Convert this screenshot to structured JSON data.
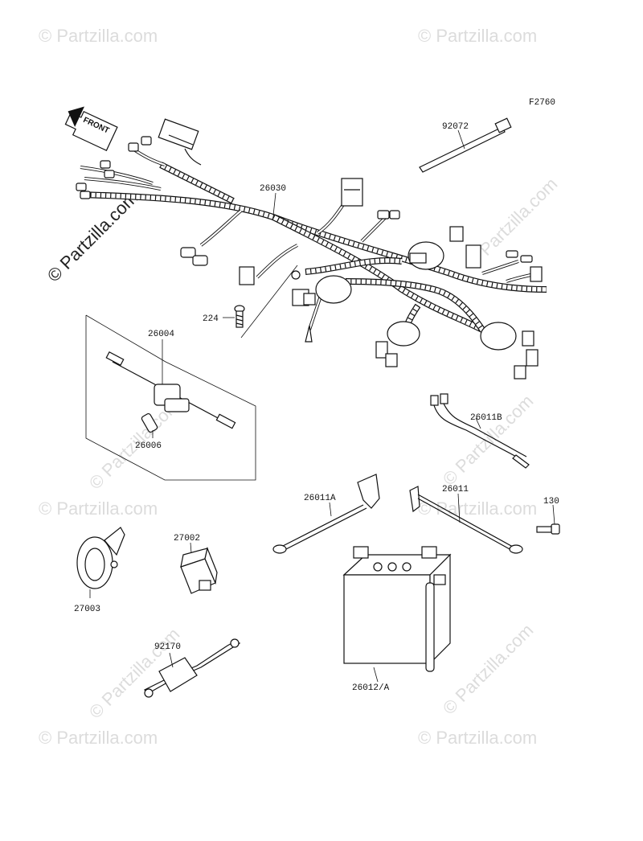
{
  "figure_code": "F2760",
  "front_label": "FRONT",
  "watermark": "© Partzilla.com",
  "parts": {
    "p92072": "92072",
    "p26030": "26030",
    "p224": "224",
    "p26004": "26004",
    "p26006": "26006",
    "p26011B": "26011B",
    "p26011A": "26011A",
    "p26011": "26011",
    "p130": "130",
    "p27002": "27002",
    "p27003": "27003",
    "p92170": "92170",
    "p26012A": "26012/A"
  }
}
